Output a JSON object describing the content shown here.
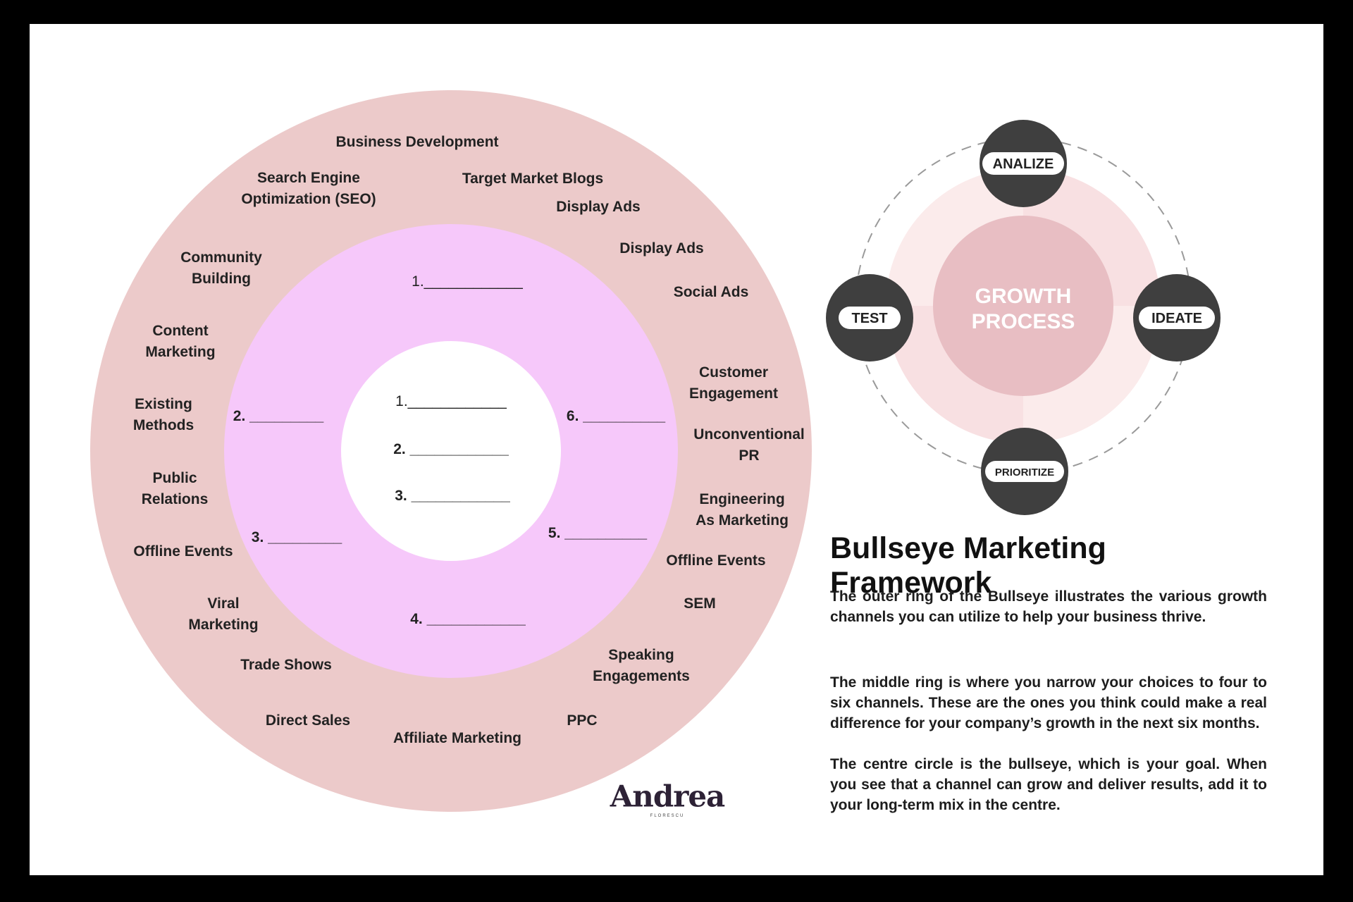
{
  "colors": {
    "outer_ring": "#eccaca",
    "middle_ring": "#f6c8fa",
    "inner_circle": "#ffffff",
    "growth_disc": "#f8e0e2",
    "growth_quadrant": "#fbebeb",
    "growth_core": "#e8bec3",
    "node_fill": "#3f3f3f",
    "node_pill": "#ffffff"
  },
  "outer_ring": {
    "channels": [
      "Business Development",
      "Search Engine\nOptimization (SEO)",
      "Target Market Blogs",
      "Display Ads",
      "Display Ads",
      "Social Ads",
      "Community\nBuilding",
      "Content\nMarketing",
      "Existing\nMethods",
      "Public\nRelations",
      "Offline Events",
      "Viral\nMarketing",
      "Trade Shows",
      "Direct Sales",
      "Affiliate Marketing",
      "PPC",
      "Speaking\nEngagements",
      "SEM",
      "Offline Events",
      "Engineering\nAs Marketing",
      "Unconventional\nPR",
      "Customer\nEngagement"
    ]
  },
  "middle_ring": {
    "blanks": [
      "1.____________",
      "2. _________",
      "3. _________",
      "4. ____________",
      "5. __________",
      "6. __________"
    ]
  },
  "inner_circle": {
    "blanks": [
      "1.____________",
      "2. ____________",
      "3. ____________"
    ]
  },
  "logo": {
    "name": "Andrea",
    "sub": "FLORESCU"
  },
  "growth_process": {
    "center_line1": "GROWTH",
    "center_line2": "PROCESS",
    "nodes": {
      "top": "ANALIZE",
      "right": "IDEATE",
      "bottom": "PRIORITIZE",
      "left": "TEST"
    }
  },
  "framework": {
    "title": "Bullseye Marketing Framework",
    "paragraphs": [
      "The outer ring of the Bullseye illustrates the various growth channels you can utilize to help your business thrive.",
      "The middle ring is where you narrow your choices to four to six channels. These are the ones you think could make a real difference for your company’s growth in the next six months.",
      "The centre circle is the bullseye, which is your goal. When you see that a channel can grow and deliver results, add it to your long-term mix in the centre."
    ]
  }
}
